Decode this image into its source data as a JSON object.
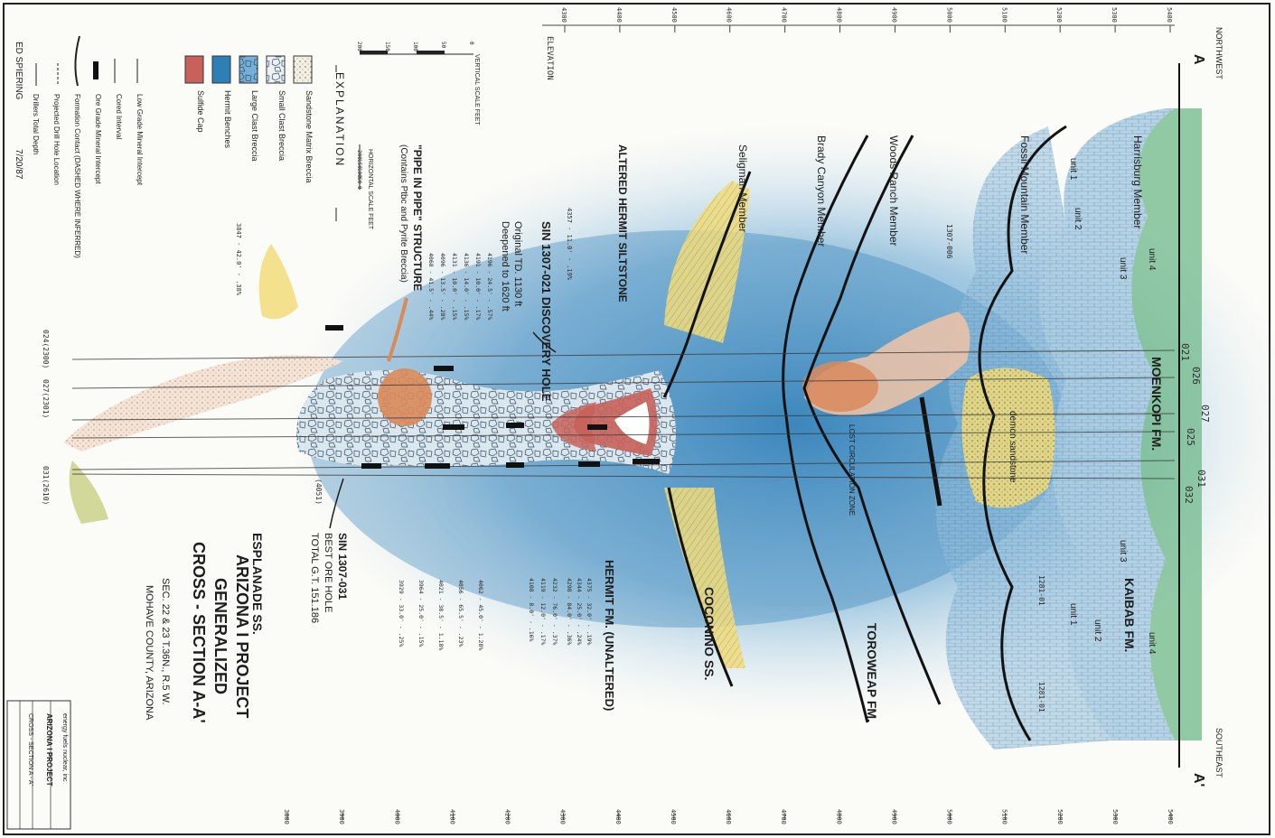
{
  "colors": {
    "paper": "#fbfbf7",
    "blue_dark": "#2f7fb7",
    "blue_light": "#a8cde4",
    "yellow": "#f1dc7a",
    "green": "#6fb88a",
    "red": "#c8615a",
    "orange_pipe": "#d98a5a",
    "ink": "#1d1d1d"
  },
  "section": {
    "start_label": "A",
    "end_label": "A'",
    "start_direction": "NORTHWEST",
    "end_direction": "SOUTHEAST"
  },
  "elevation_axis": {
    "title": "ELEVATION",
    "top_ticks": [
      "4300",
      "4400",
      "4500",
      "4600",
      "4700",
      "4800",
      "4900",
      "5000",
      "5100",
      "5200",
      "5300",
      "5400"
    ],
    "bottom_ticks": [
      "3800",
      "3900",
      "4000",
      "4100",
      "4200",
      "4300",
      "4400",
      "4500",
      "4600",
      "4700",
      "4800",
      "4900",
      "5000",
      "5100",
      "5200",
      "5300",
      "5400"
    ]
  },
  "formations": {
    "moenkopi": "MOENKOPI FM.",
    "kaibab": "KAIBAB FM.",
    "harrisburg": "Harrisburg Member",
    "fossil_mountain": "Fossil Mountain Member",
    "toroweap": "TOROWEAP FM.",
    "woods_ranch": "Woods Ranch Member",
    "brady_canyon": "Brady Canyon Member",
    "seligman": "Seligman Member",
    "coconino": "COCONINO SS.",
    "altered_hermit": "ALTERED HERMIT SILTSTONE",
    "hermit_unaltered": "HERMIT FM. (UNALTERED)",
    "esplanade": "ESPLANADE SS.",
    "demon_sandstone": "demon sandstone",
    "lost_circulation": "LOST CIRCULATION ZONE"
  },
  "units": {
    "left_unit4": "unit 4",
    "left_unit3": "unit 3",
    "left_unit2": "unit 2",
    "left_unit1": "unit 1",
    "right_unit4": "unit 4",
    "right_unit3": "unit 3",
    "right_unit2": "unit 2",
    "right_unit1": "unit 1"
  },
  "drill_holes": {
    "tops": [
      "021",
      "026",
      "027",
      "025",
      "031",
      "032"
    ],
    "side_left": "1307-006",
    "side_right": "1281-01",
    "side_small": "1281-01",
    "bottoms": [
      "024(2300)",
      "027(2301)",
      "031(2610)"
    ],
    "bottom_extra": "(4051)"
  },
  "annotations": {
    "discovery_title": "SIN 1307-021 DISCOVERY HOLE",
    "discovery_td": "Original TD. 1130 ft",
    "discovery_deepened": "Deepened to 1620 ft",
    "best_title": "SIN 1307-031",
    "best_sub": "BEST ORE HOLE",
    "best_gt": "TOTAL G.T. 151.186",
    "pipe_title": "\"PIPE IN PIPE\" STRUCTURE",
    "pipe_sub": "(Contains Ptbc and Pyrite Breccia)",
    "upper_intercept": "4357 - 11.0' - .19%",
    "left_grade": "3847 - 42.0' - .38%",
    "left_intercepts": [
      "4196 - 24.5' - .57%",
      "4191 - 10.0' - .17%",
      "4136 - 14.0' - .15%",
      "4131 - 10.0' - .15%",
      "4096 - 13.5' - .28%",
      "4068 - 41.5' - .44%"
    ],
    "right_intercepts_upper": [
      "4375 - 32.0' - .19%",
      "4344 - 25.0' - .24%",
      "4298 - 84.0' - .36%"
    ],
    "right_intercepts_mid": [
      "4232 - 76.0' - .37%",
      "4119 - 12.0' - .17%",
      "4108 - 8.0' - .16%"
    ],
    "right_intercepts_lower": [
      "4062 - 45.0' - 1.28%",
      "4056 - 65.5' - .23%",
      "4021 - 38.5' - 1.18%",
      "3964 - 25.0' - .15%",
      "3929 - 33.0' - .25%"
    ]
  },
  "scales": {
    "vertical_title": "VERTICAL SCALE FEET",
    "vertical_ticks": [
      "200",
      "150",
      "100",
      "50",
      "0"
    ],
    "horizontal_title": "HORIZONTAL SCALE FEET",
    "horizontal_ticks": [
      "200",
      "150",
      "100",
      "50",
      "0"
    ]
  },
  "legend": {
    "title": "EXPLANATION",
    "items": [
      "Sandstone Matrix Breccia",
      "Small Clast Breccia",
      "Large Clast Breccia",
      "Hermit Benches",
      "Sulfide Cap"
    ],
    "symbols": [
      "Low Grade Mineral Intercept",
      "Cored Interval",
      "Ore Grade Mineral Intercept",
      "Formation Contact (DASHED WHERE INFERRED)",
      "Projected Drill Hole Location",
      "Drillers Total Depth"
    ]
  },
  "title_block": {
    "line1": "ARIZONA I PROJECT",
    "line2": "GENERALIZED",
    "line3": "CROSS - SECTION A-A'",
    "sec": "SEC. 22 & 23 T.36N., R.5 W.",
    "county": "MOHAVE COUNTY, ARIZONA"
  },
  "author": {
    "name": "ED SPIERING",
    "date": "7/20/87"
  },
  "stamp": {
    "company": "energy fuels nuclear, inc",
    "project": "ARIZONA I PROJECT",
    "desc": "CROSS - SECTION A - A'"
  }
}
